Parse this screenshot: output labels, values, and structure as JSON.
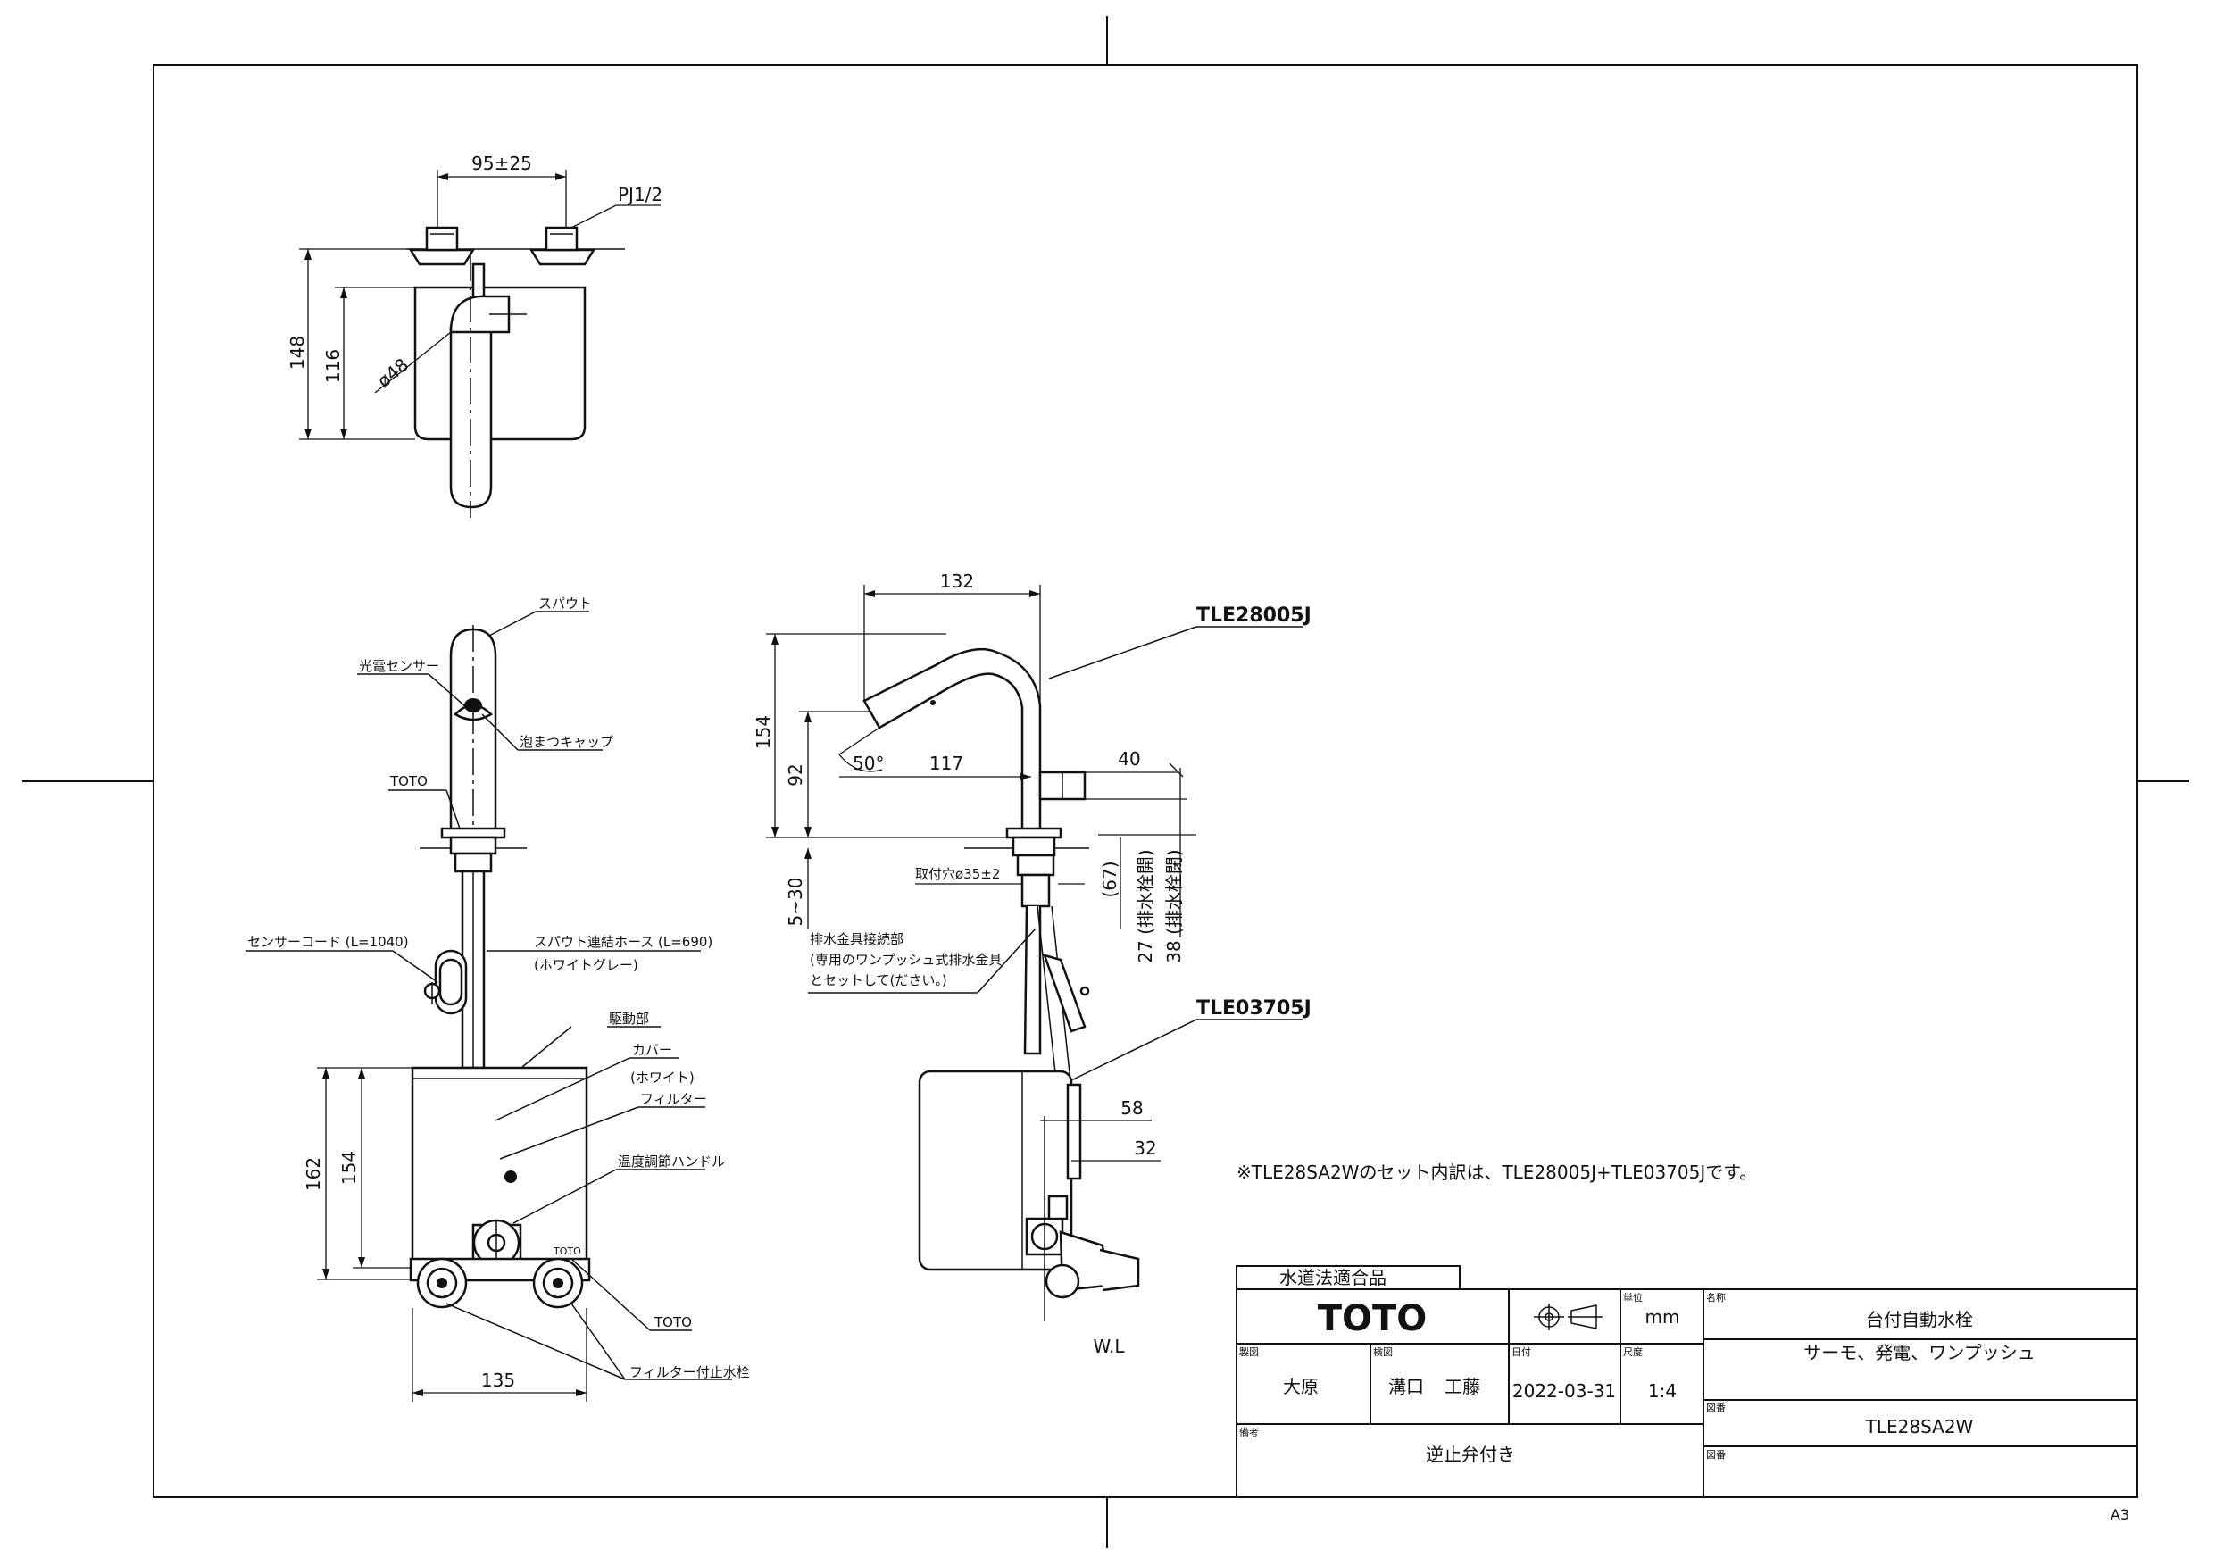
{
  "dims": {
    "top_spacing": "95±25",
    "top_thread": "PJ1/2",
    "top_height_total": "148",
    "top_height_body": "116",
    "top_diameter": "ø48",
    "side_width": "132",
    "side_height": "154",
    "side_spout_height": "92",
    "side_reach": "117",
    "side_angle": "50°",
    "side_sensor_off": "40",
    "side_deck": "5~30",
    "side_hole": "取付穴ø35±2",
    "side_67": "(67)",
    "side_27": "27 (排水栓開)",
    "side_38": "38 (排水栓閉)",
    "side_58": "58",
    "side_32": "32",
    "box_h1": "162",
    "box_h2": "154",
    "box_w": "135"
  },
  "labels": {
    "spout": "スパウト",
    "sensor": "光電センサー",
    "bubbler": "泡まつキャップ",
    "toto_mark": "TOTO",
    "sensor_cord": "センサーコード (L=1040)",
    "hose": "スパウト連結ホース (L=690)",
    "hose_color": "(ホワイトグレー)",
    "drive": "駆動部",
    "cover": "カバー",
    "cover_color": "(ホワイト)",
    "filter": "フィルター",
    "temp_handle": "温度調節ハンドル",
    "toto_mark2": "TOTO",
    "stop_valve": "フィルター付止水栓",
    "drain_conn": "排水金具接続部",
    "drain_note1": "(専用のワンプッシュ式排水金具",
    "drain_note2": "とセットして(ださい。)",
    "model_faucet": "TLE28005J",
    "model_unit": "TLE03705J",
    "wl": "W.L",
    "set_note": "※TLE28SA2Wのセット内訳は、TLE28005J+TLE03705Jです。"
  },
  "title_block": {
    "water_law": "水道法適合品",
    "brand": "TOTO",
    "unit_label": "単位",
    "unit": "mm",
    "name_label": "名称",
    "name": "台付自動水栓",
    "name2": "サーモ、発電、ワンプッシュ",
    "drawn_label": "製図",
    "drawn_by": "大原",
    "checked_label": "検図",
    "checked_by1": "溝口",
    "checked_by2": "工藤",
    "date_label": "日付",
    "date": "2022-03-31",
    "scale_label": "尺度",
    "scale": "1:4",
    "number_label": "図番",
    "number": "TLE28SA2W",
    "remarks_label": "備考",
    "remarks": "逆止弁付き",
    "number_label2": "図番"
  },
  "sheet_size": "A3"
}
